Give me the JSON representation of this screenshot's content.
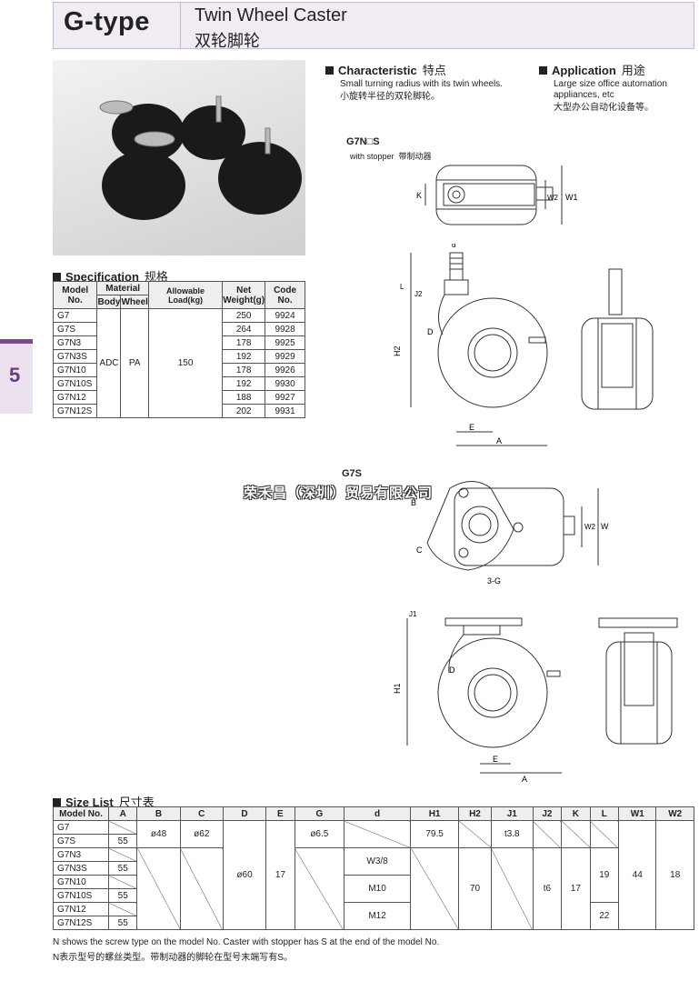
{
  "header": {
    "model_type": "G-type",
    "title_en": "Twin Wheel Caster",
    "title_cn": "双轮脚轮"
  },
  "side_tab": {
    "number": "5"
  },
  "characteristic": {
    "title": "Characteristic",
    "title_cn": "特点",
    "text_en": "Small turning radius with its twin wheels.",
    "text_cn": "小旋转半径的双轮脚轮。"
  },
  "application": {
    "title": "Application",
    "title_cn": "用途",
    "text_en_1": "Large size office automation",
    "text_en_2": "appliances, etc",
    "text_cn": "大型办公自动化设备等。"
  },
  "drawing1": {
    "title": "G7N□S",
    "sub_en": "with stopper",
    "sub_cn": "带制动器"
  },
  "drawing2": {
    "title": "G7S"
  },
  "dims": {
    "K": "K",
    "W1": "W1",
    "W2": "W2",
    "d": "d",
    "L": "L",
    "J2": "J2",
    "J1": "J1",
    "H1": "H1",
    "H2": "H2",
    "D": "D",
    "E": "E",
    "A": "A",
    "B": "B",
    "C": "C",
    "G3": "3-G"
  },
  "watermark": "荣禾昌（深圳）贸易有限公司",
  "specification": {
    "title": "Specification",
    "title_cn": "规格",
    "headers": {
      "model": "Model No.",
      "material": "Material",
      "body": "Body",
      "wheel": "Wheel",
      "load": "Allowable Load(kg)",
      "weight_1": "Net",
      "weight_2": "Weight(g)",
      "code": "Code No."
    },
    "body": "ADC",
    "wheel": "PA",
    "load": "150",
    "rows": [
      {
        "model": "G7",
        "weight": "250",
        "code": "9924"
      },
      {
        "model": "G7S",
        "weight": "264",
        "code": "9928"
      },
      {
        "model": "G7N3",
        "weight": "178",
        "code": "9925"
      },
      {
        "model": "G7N3S",
        "weight": "192",
        "code": "9929"
      },
      {
        "model": "G7N10",
        "weight": "178",
        "code": "9926"
      },
      {
        "model": "G7N10S",
        "weight": "192",
        "code": "9930"
      },
      {
        "model": "G7N12",
        "weight": "188",
        "code": "9927"
      },
      {
        "model": "G7N12S",
        "weight": "202",
        "code": "9931"
      }
    ]
  },
  "size_list": {
    "title": "Size List",
    "title_cn": "尺寸表",
    "headers": [
      "Model No.",
      "A",
      "B",
      "C",
      "D",
      "E",
      "G",
      "d",
      "H1",
      "H2",
      "J1",
      "J2",
      "K",
      "L",
      "W1",
      "W2"
    ],
    "models": [
      "G7",
      "G7S",
      "G7N3",
      "G7N3S",
      "G7N10",
      "G7N10S",
      "G7N12",
      "G7N12S"
    ],
    "A_values": [
      "55",
      "55",
      "55",
      "55"
    ],
    "B": "ø48",
    "C": "ø62",
    "D": "ø60",
    "E": "17",
    "G": "ø6.5",
    "d_values": [
      "W3/8",
      "M10",
      "M12"
    ],
    "H1": "79.5",
    "H2": "70",
    "J1": "t3.8",
    "J2": "t6",
    "K": "17",
    "L_values": [
      "19",
      "22"
    ],
    "W1": "44",
    "W2": "18"
  },
  "notes": {
    "en": "N shows the screw type on the model No. Caster with stopper has S at the end of the model No.",
    "cn": "N表示型号的螺丝类型。带制动器的脚轮在型号末端写有S。"
  }
}
